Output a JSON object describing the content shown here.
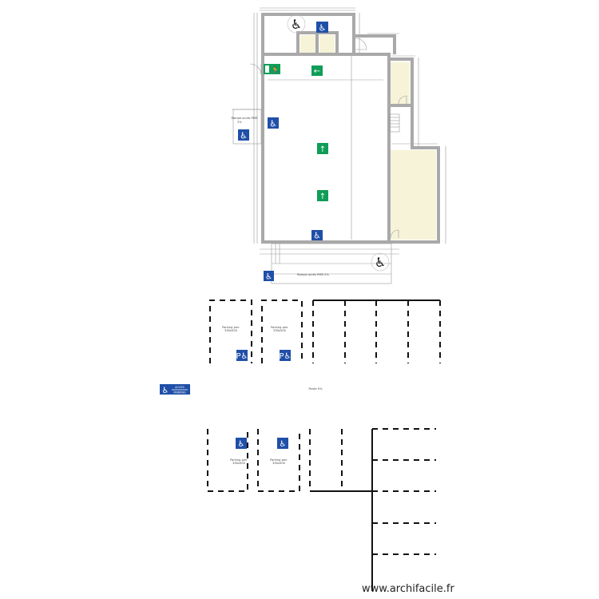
{
  "plan": {
    "colors": {
      "wall": "#a9a9a9",
      "room_fill": "#f6f3d8",
      "pmr_blue": "#1f4fa8",
      "exit_green": "#0f9d58"
    },
    "labels": {
      "ramp_left": "Rampe accès PMR",
      "ramp_left_pct": "2%",
      "ramp_bottom": "Rampe accès PMR 2%",
      "slope": "Pente 0%"
    },
    "parking": {
      "pmr_label": "Parking pmr",
      "pmr_size": "330x500"
    },
    "access_sign": {
      "line1": "ACCES",
      "line2": "PARKING"
    },
    "watermark": "www.archifacile.fr"
  }
}
